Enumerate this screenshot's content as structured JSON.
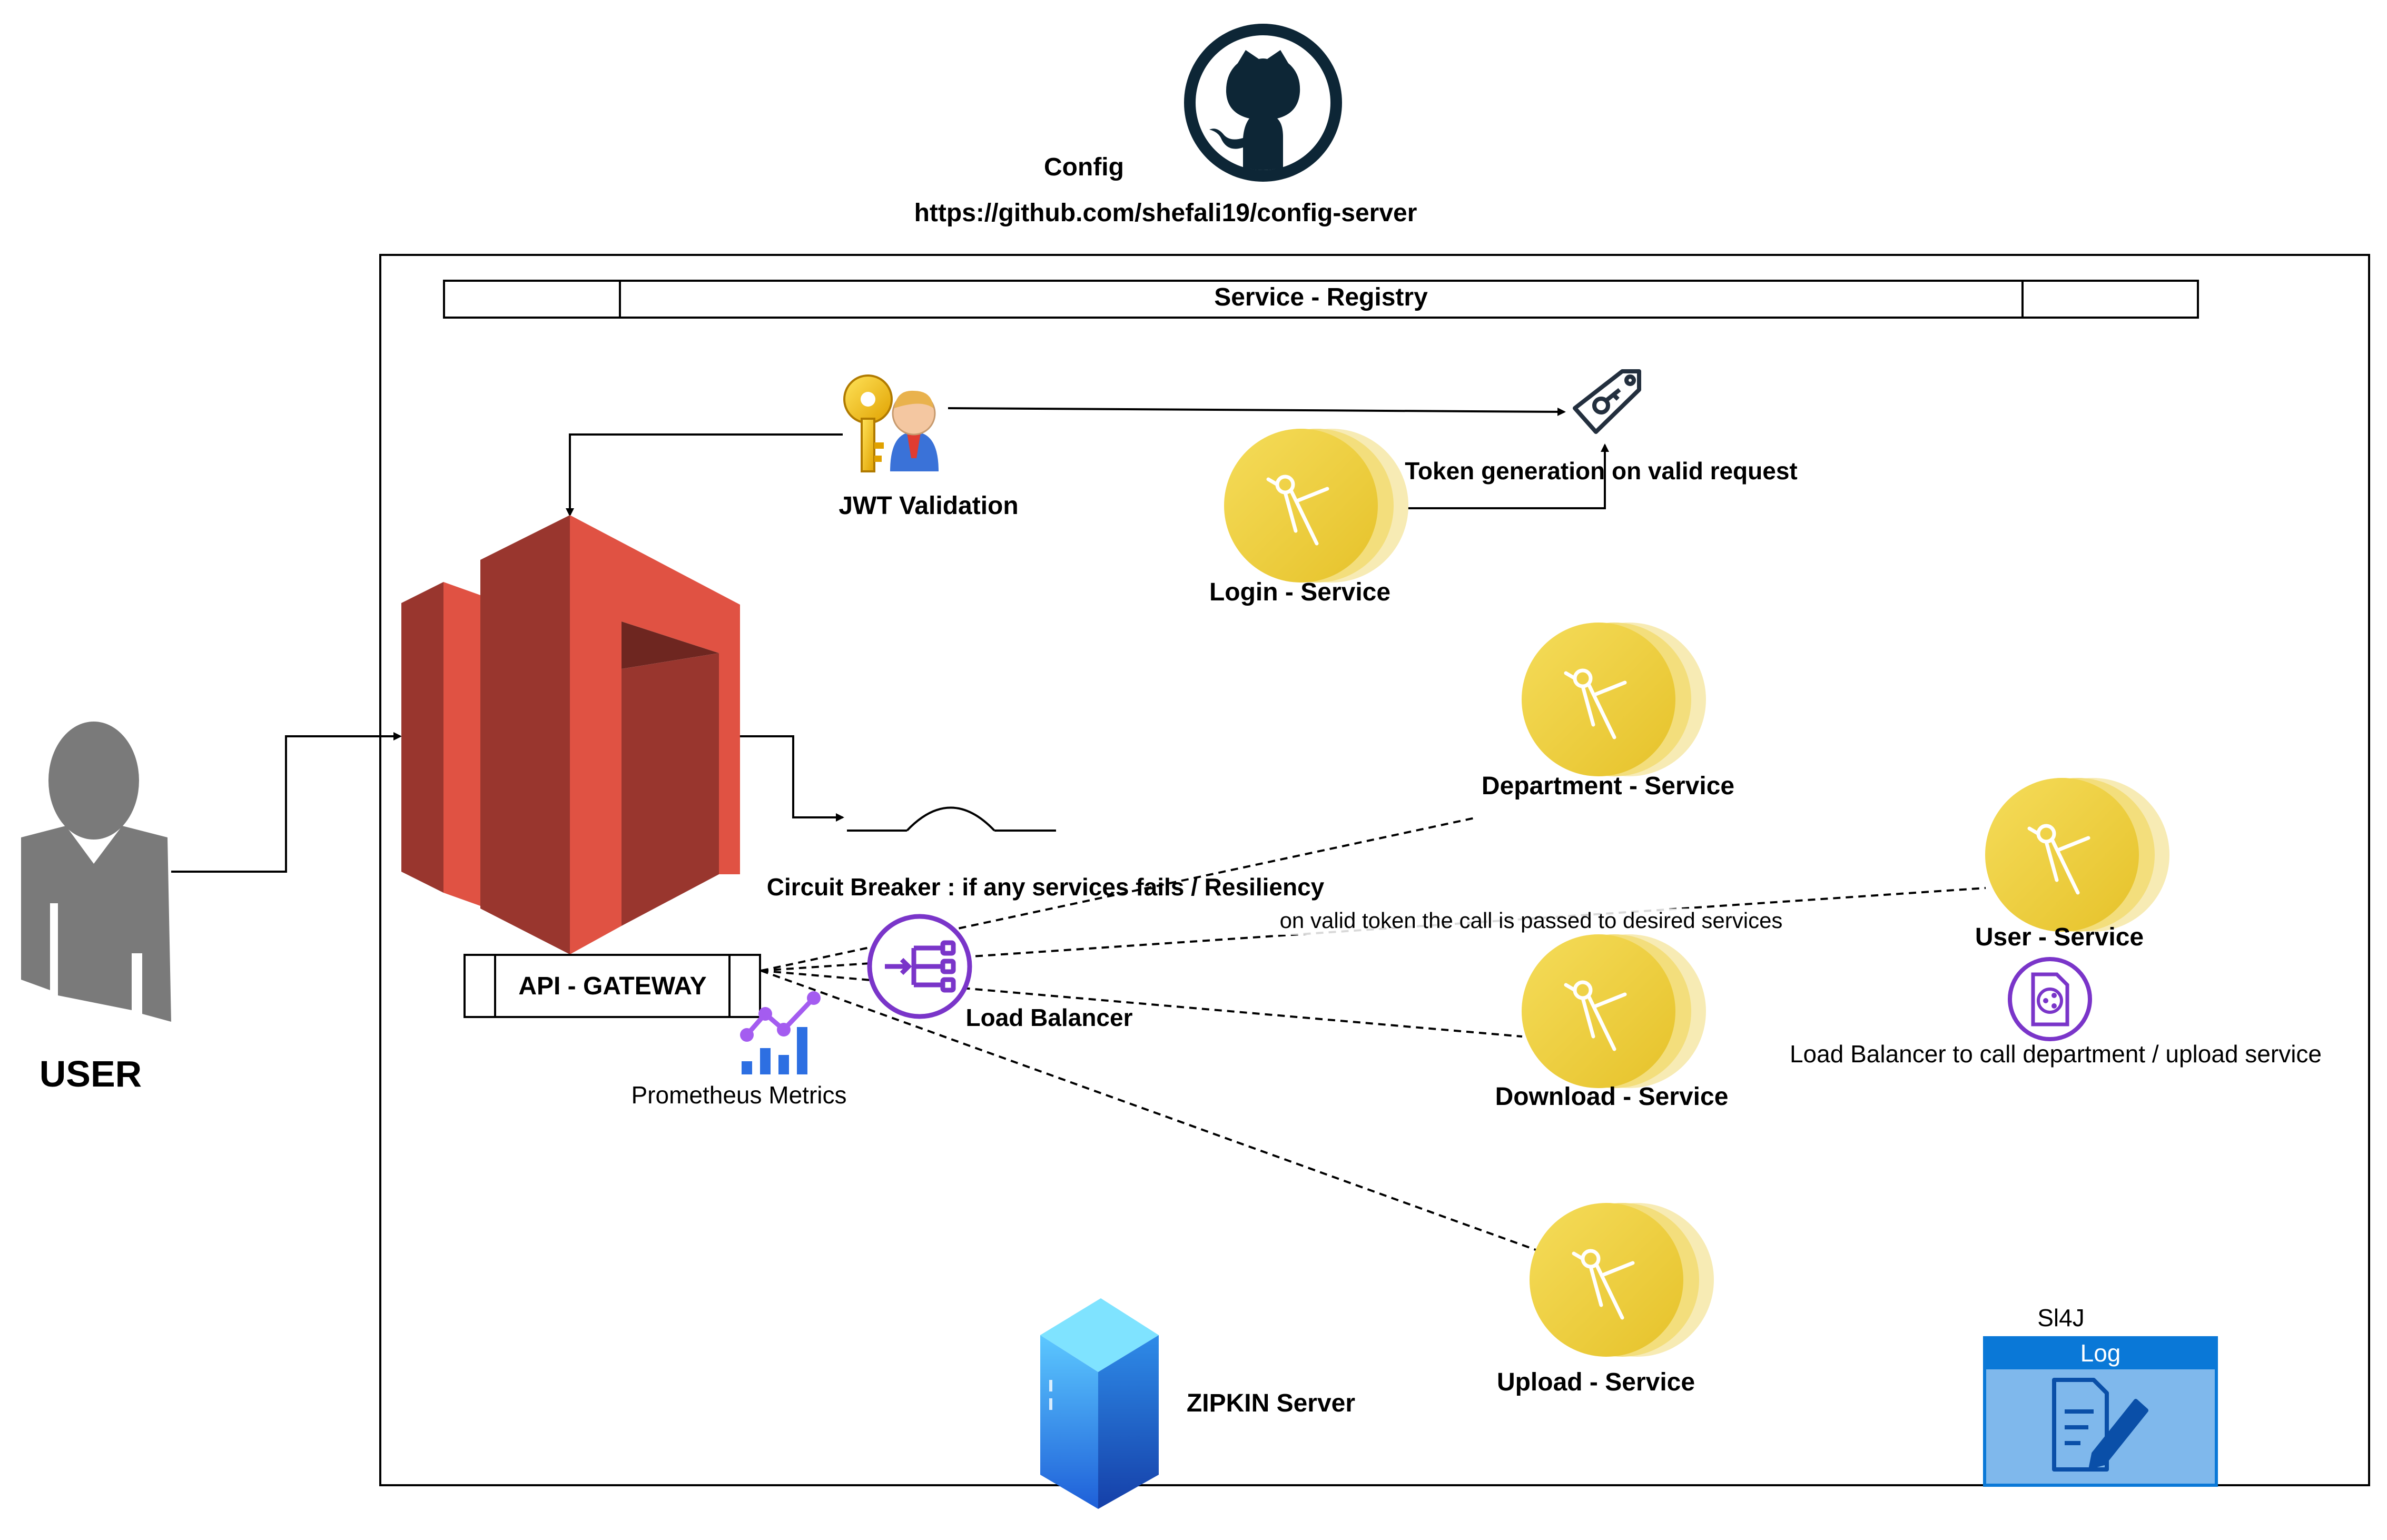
{
  "config": {
    "title": "Config",
    "url": "https://github.com/shefali19/config-server"
  },
  "registry": {
    "label": "Service - Registry"
  },
  "user": {
    "label": "USER"
  },
  "jwt": {
    "label": "JWT Validation"
  },
  "token": {
    "label": "Token generation on valid request"
  },
  "gateway": {
    "label": "API - GATEWAY"
  },
  "circuit_breaker": {
    "label": "Circuit Breaker : if any services fails / Resiliency"
  },
  "valid_token_note": {
    "label": "on valid token the call is passed to desired services"
  },
  "load_balancer": {
    "label": "Load Balancer"
  },
  "prometheus": {
    "label": "Prometheus Metrics"
  },
  "zipkin": {
    "label": "ZIPKIN Server"
  },
  "logging": {
    "framework": "Sl4J",
    "box_label": "Log"
  },
  "services": {
    "login": "Login - Service",
    "department": "Department - Service",
    "user": "User - Service",
    "download": "Download - Service",
    "upload": "Upload - Service"
  },
  "user_lb_note": {
    "label": "Load Balancer to call department / upload service"
  },
  "colors": {
    "aws_red_light": "#E05243",
    "aws_red_dark": "#99362E",
    "coin_gold": "#EFCF3A",
    "lb_purple": "#7A35C9",
    "github_dark": "#0D2636",
    "log_blue": "#0A78D7",
    "server_blue": "#2D6FE2"
  }
}
